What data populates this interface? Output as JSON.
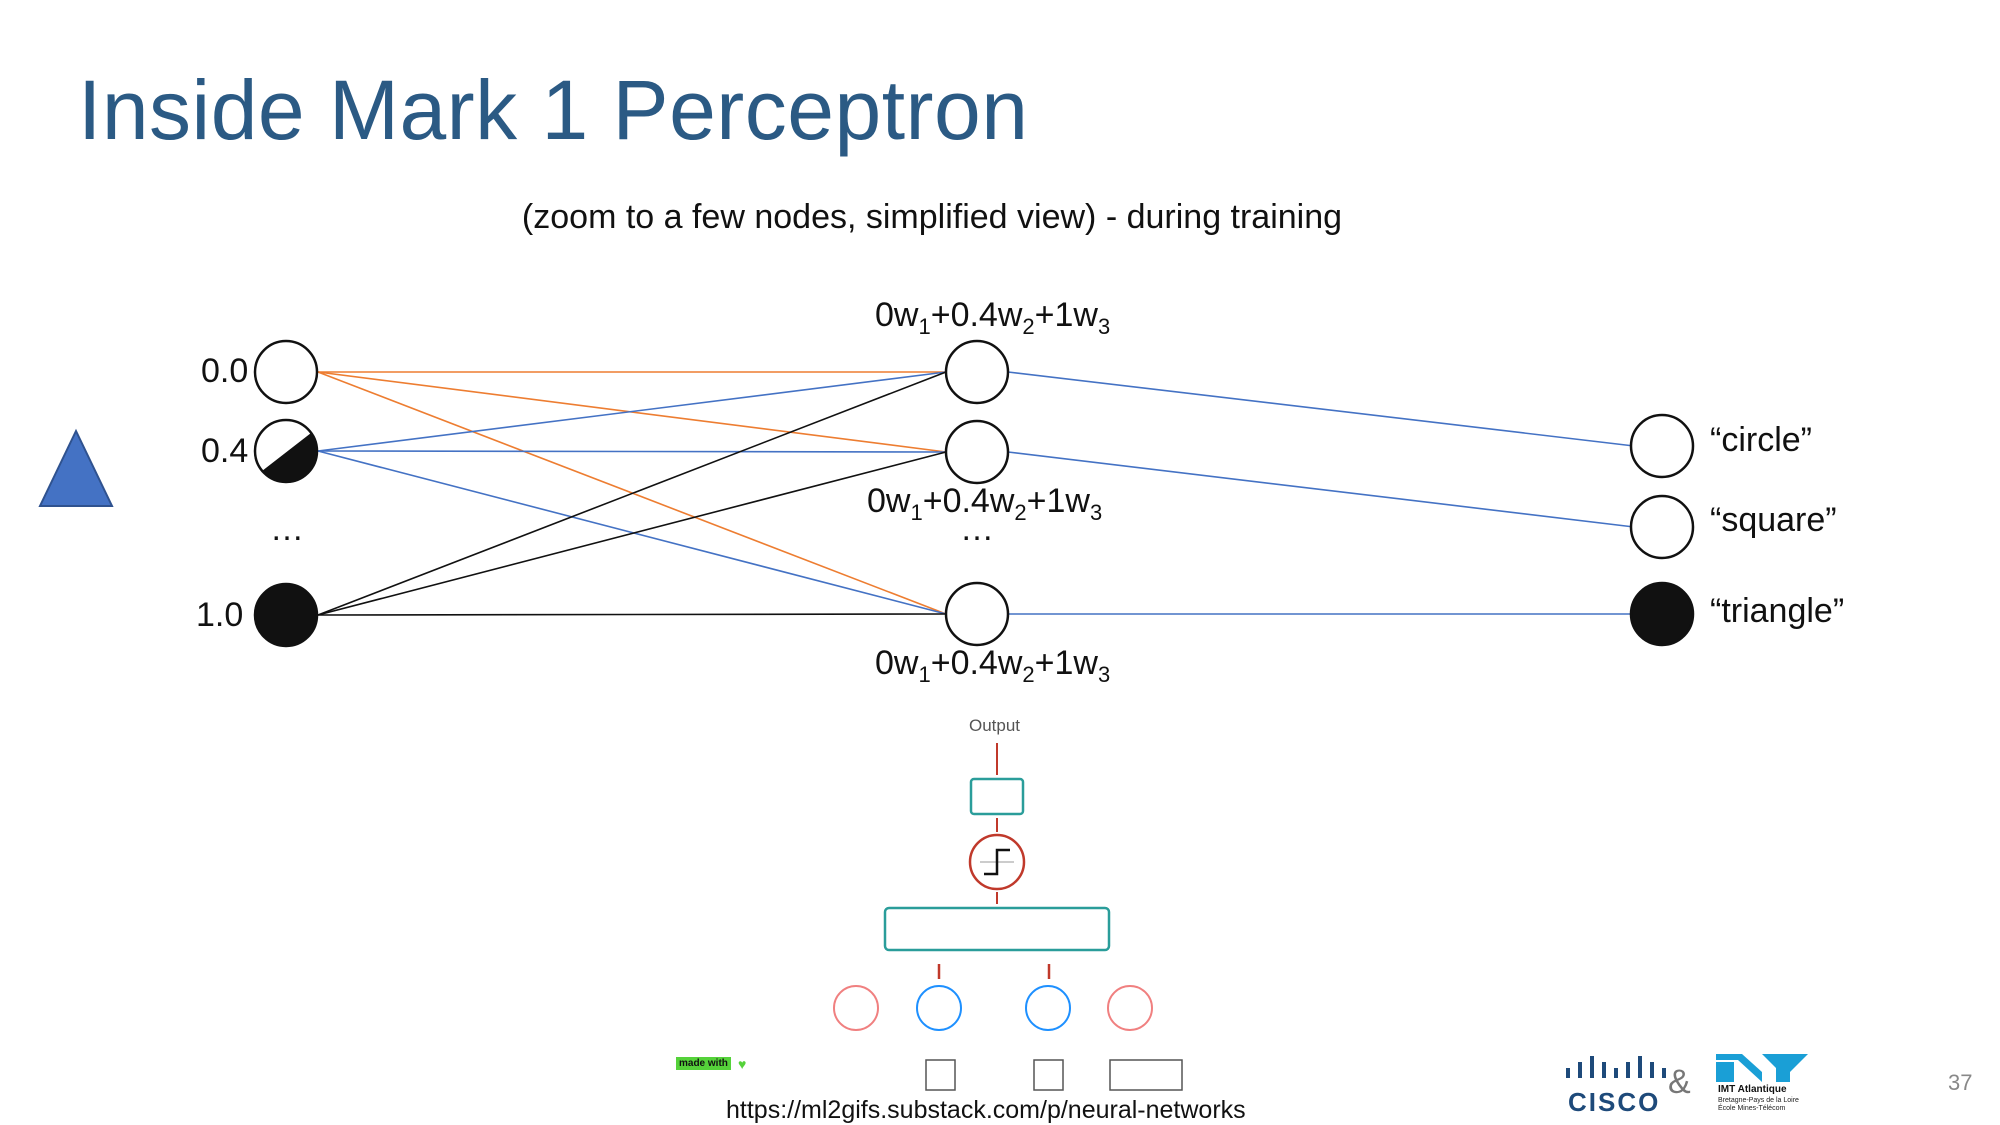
{
  "slide": {
    "title": "Inside Mark 1 Perceptron",
    "subtitle": "(zoom to a few nodes, simplified view) - during training",
    "page_number": "37"
  },
  "inputs": {
    "values": [
      "0.0",
      "0.4",
      "…",
      "1.0"
    ]
  },
  "hidden": {
    "formula_main": "0w",
    "formula_sub1": "1",
    "formula_mid1": "+0.4w",
    "formula_sub2": "2",
    "formula_mid2": "+1w",
    "formula_sub3": "3",
    "ellipsis": "…"
  },
  "outputs": {
    "labels": [
      "“circle”",
      "“square”",
      "“triangle”"
    ]
  },
  "animation": {
    "output_label": "Output",
    "made_with": "made with"
  },
  "source": {
    "url": "https://ml2gifs.substack.com/p/neural-networks"
  },
  "logos": {
    "cisco": "CISCO",
    "ampersand": "&",
    "imt_title": "IMT Atlantique",
    "imt_line1": "Bretagne-Pays de la Loire",
    "imt_line2": "École Mines-Télécom"
  },
  "colors": {
    "title": "#2b5a84",
    "orange_edge": "#ed7d31",
    "blue_edge": "#4472c4",
    "triangle_fill": "#4472c4",
    "teal": "#2a9d9a",
    "red": "#c0392b",
    "pink": "#f08080",
    "cyan": "#1e90ff"
  },
  "icons": [
    "triangle-shape",
    "step-function-icon",
    "heart-icon",
    "cisco-logo",
    "imt-logo"
  ]
}
